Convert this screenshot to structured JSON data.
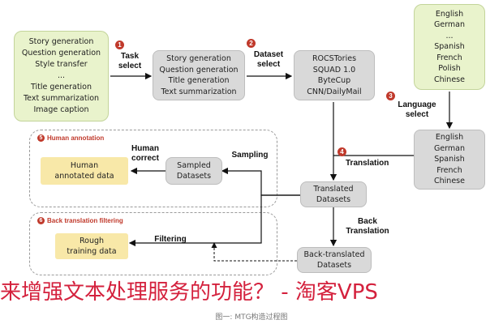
{
  "boxes": {
    "tasks_all": "Story generation\nQuestion generation\nStyle transfer\n...\nTitle generation\nText summarization\nImage caption",
    "tasks_selected": "Story generation\nQuestion generation\nTitle generation\nText summarization",
    "datasets": "ROCSTories\nSQUAD 1.0\nByteCup\nCNN/DailyMail",
    "languages_all": "English\nGerman\n...\nSpanish\nFrench\nPolish\nChinese",
    "languages_selected": "English\nGerman\nSpanish\nFrench\nChinese",
    "translated": "Translated\nDatasets",
    "back_translated": "Back-translated\nDatasets",
    "sampled": "Sampled\nDatasets",
    "human_annotated": "Human\nannotated data",
    "rough": "Rough\ntraining data"
  },
  "steps": {
    "task_select": {
      "num": "1",
      "label": "Task\nselect"
    },
    "dataset_select": {
      "num": "2",
      "label": "Dataset\nselect"
    },
    "language_select": {
      "num": "3",
      "label": "Language\nselect"
    },
    "translation": {
      "num": "4",
      "label": "Translation"
    },
    "human_annotation": {
      "num": "5",
      "label": "Human annotation"
    },
    "back_filtering": {
      "num": "6",
      "label": "Back translation filtering"
    }
  },
  "edge_labels": {
    "back_translation": "Back\nTranslation",
    "sampling": "Sampling",
    "human_correct": "Human\ncorrect",
    "filtering": "Filtering"
  },
  "watermark": "来增强文本处理服务的功能？ - 淘客VPS",
  "caption": "图一: MTG构造过程图",
  "colors": {
    "green": "#e9f3cc",
    "gray": "#d9d9d9",
    "yellow": "#f8e8a8",
    "accent": "#c0392b",
    "watermark": "#d4213d"
  }
}
